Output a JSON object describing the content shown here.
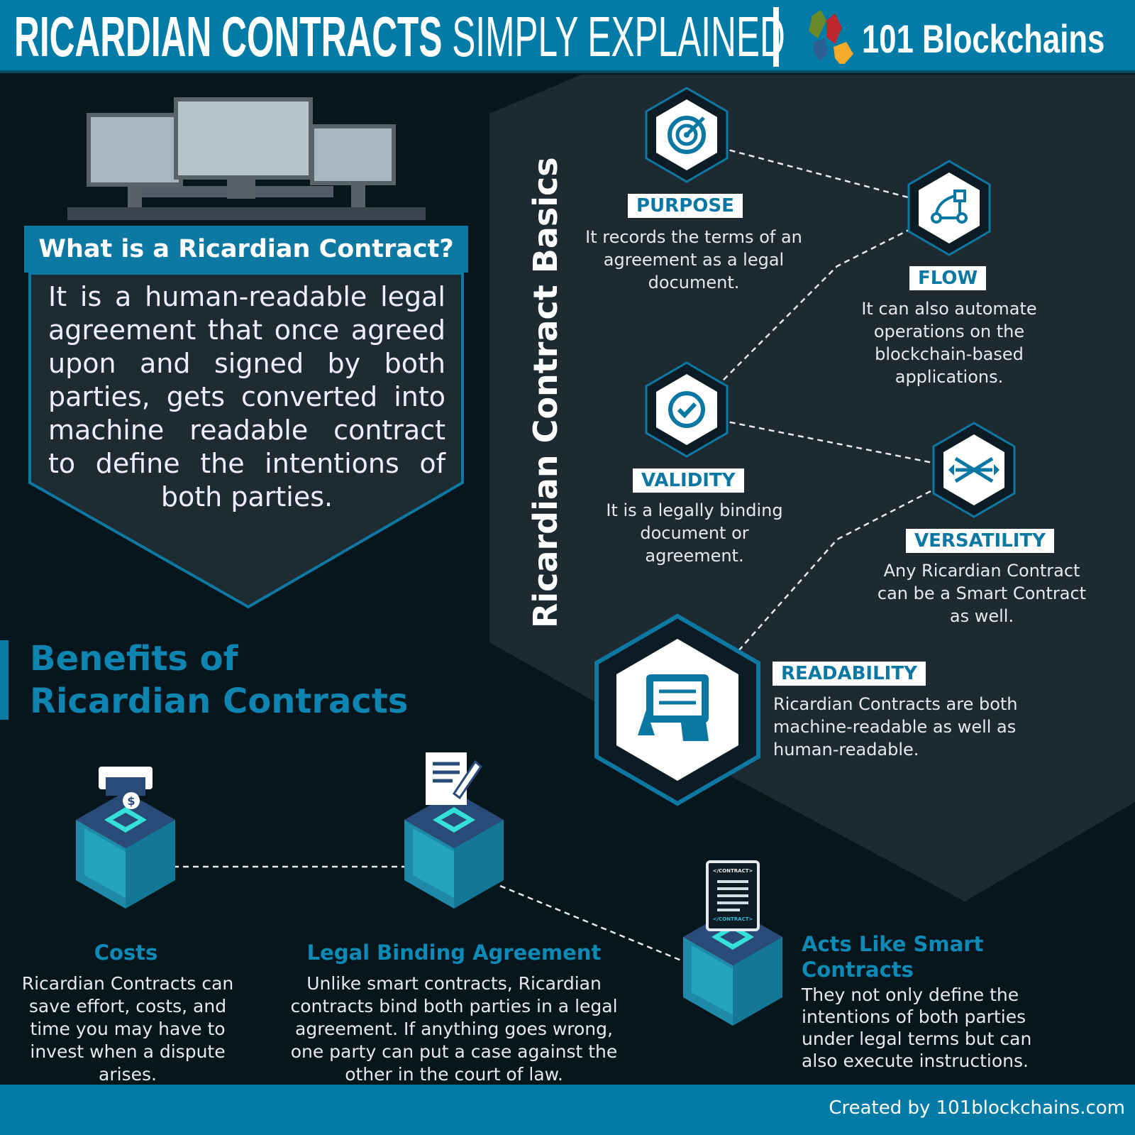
{
  "header": {
    "title_bold": "RICARDIAN CONTRACTS",
    "title_light": "SIMPLY EXPLAINED",
    "brand": "101 Blockchains"
  },
  "what_is": {
    "heading": "What is a Ricardian Contract?",
    "body": "It is a human-readable legal agreement that once agreed upon and signed by both parties, gets converted into machine readable contract to define the intentions of both parties."
  },
  "basics": {
    "title": "Ricardian Contract Basics",
    "items": [
      {
        "label": "PURPOSE",
        "icon": "target-icon",
        "text": "It records the terms of an agreement as a legal document."
      },
      {
        "label": "FLOW",
        "icon": "flow-icon",
        "text": "It can also automate operations on the blockchain-based applications."
      },
      {
        "label": "VALIDITY",
        "icon": "check-icon",
        "text": "It is a legally binding document or agreement."
      },
      {
        "label": "VERSATILITY",
        "icon": "arrows-icon",
        "text": "Any Ricardian Contract can be a Smart Contract as well."
      },
      {
        "label": "READABILITY",
        "icon": "tablet-icon",
        "text": "Ricardian Contracts are both machine-readable as well as human-readable."
      }
    ]
  },
  "benefits": {
    "title_line1": "Benefits of",
    "title_line2": "Ricardian Contracts",
    "items": [
      {
        "title": "Costs",
        "text": "Ricardian Contracts can save effort, costs, and time you may have to invest when a dispute arises."
      },
      {
        "title": "Legal Binding Agreement",
        "text": "Unlike smart contracts, Ricardian contracts bind both parties in a legal agreement. If anything goes wrong, one party can put a case against the other in the court of law."
      },
      {
        "title": "Acts Like Smart Contracts",
        "text": "They not only define the intentions of both parties under legal terms but can also execute instructions."
      }
    ],
    "contract_tag": "</CONTRACT>"
  },
  "footer": {
    "credit": "Created by 101blockchains.com"
  },
  "colors": {
    "brand_blue": "#027ca7",
    "background": "#07151c",
    "panel": "#1d2a31",
    "accent_teal": "#35e0d8"
  }
}
